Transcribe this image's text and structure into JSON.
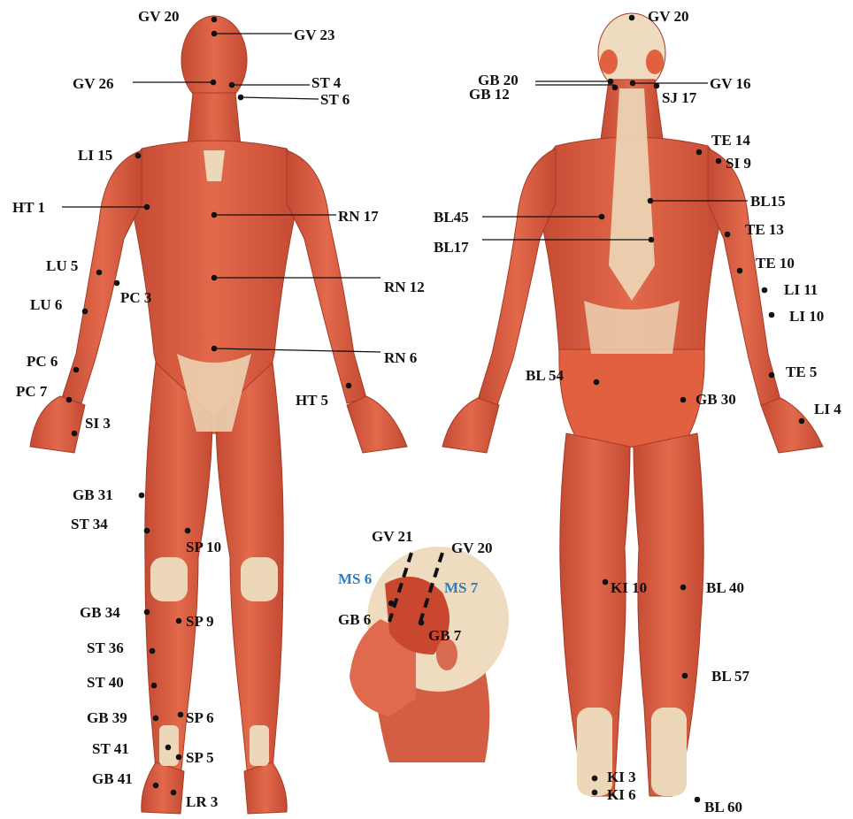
{
  "figure": {
    "anterior_labels": [
      "GV 20",
      "GV 23",
      "GV 26",
      "ST 4",
      "ST 6",
      "LI 15",
      "HT 1",
      "RN 17",
      "LU 5",
      "PC 3",
      "LU 6",
      "RN 12",
      "PC 6",
      "RN 6",
      "PC 7",
      "HT 5",
      "SI 3",
      "GB 31",
      "ST 34",
      "SP 10",
      "GB 34",
      "SP 9",
      "ST 36",
      "ST 40",
      "GB 39",
      "SP 6",
      "ST 41",
      "SP 5",
      "GB 41",
      "LR 3"
    ],
    "posterior_labels": [
      "GV 20",
      "GB 20",
      "GB 12",
      "GV 16",
      "SJ 17",
      "TE 14",
      "SI 9",
      "BL15",
      "BL45",
      "BL17",
      "TE 13",
      "TE 10",
      "LI 11",
      "LI 10",
      "BL 54",
      "TE 5",
      "GB 30",
      "LI 4",
      "KI 10",
      "BL 40",
      "BL 57",
      "KI 3",
      "KI 6",
      "BL 60"
    ],
    "head_labels": [
      "GV 21",
      "GV 20",
      "MS 6",
      "MS 7",
      "GB 6",
      "GB 7"
    ],
    "colors": {
      "muscle": "#d9553a",
      "muscle_dark": "#b8402b",
      "tendon": "#ecd8b8",
      "skin": "#f0d6b8",
      "label": "#111111",
      "ms_label": "#2b7fc1"
    }
  }
}
